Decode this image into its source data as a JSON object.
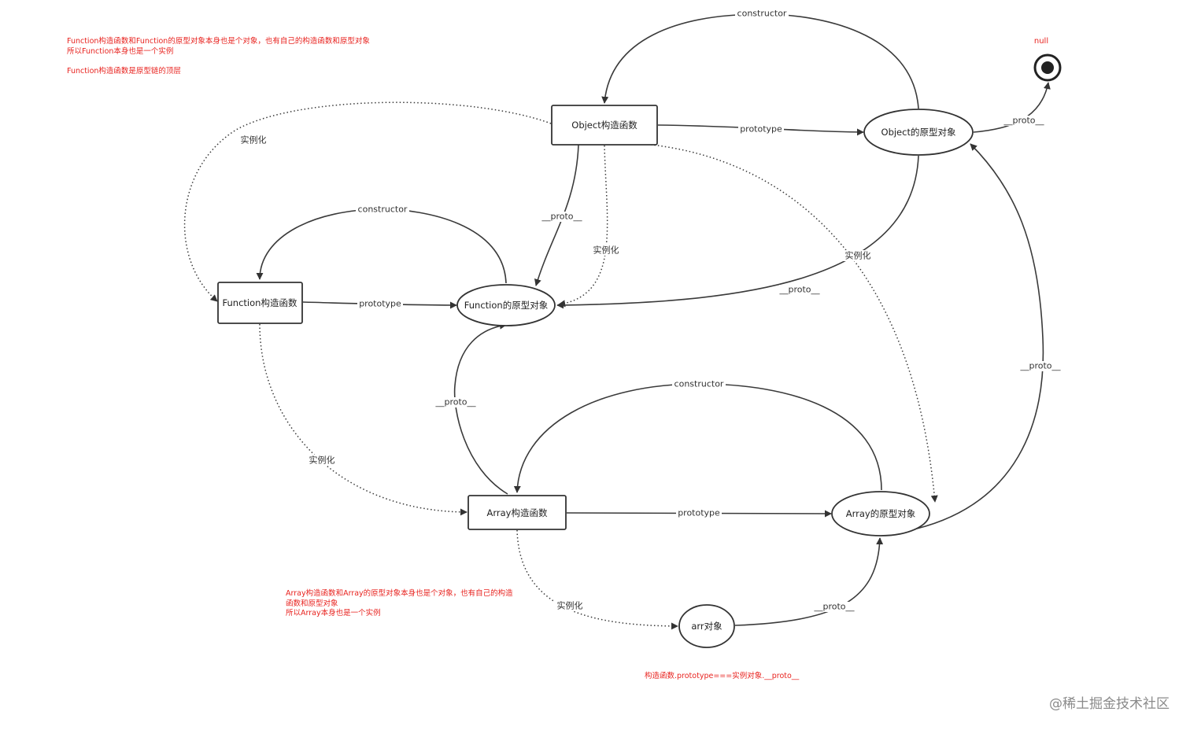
{
  "nodes": {
    "object_ctor": "Object构造函数",
    "object_proto": "Object的原型对象",
    "function_ctor": "Function构造函数",
    "function_proto": "Function的原型对象",
    "array_ctor": "Array构造函数",
    "array_proto": "Array的原型对象",
    "arr": "arr对象",
    "null": "null"
  },
  "edge_labels": {
    "constructor": "constructor",
    "prototype": "prototype",
    "proto": "__proto__",
    "instantiate": "实例化"
  },
  "notes": {
    "function_note": "Function构造函数和Function的原型对象本身也是个对象，也有自己的构造函数和原型对象\n所以Function本身也是一个实例",
    "function_top": "Function构造函数是原型链的顶层",
    "array_note": "Array构造函数和Array的原型对象本身也是个对象，也有自己的构造\n函数和原型对象\n所以Array本身也是一个实例",
    "formula": "构造函数.prototype===实例对象.__proto__"
  },
  "watermark": "@稀土掘金技术社区",
  "colors": {
    "annotation": "#e8231f",
    "stroke": "#333333"
  }
}
